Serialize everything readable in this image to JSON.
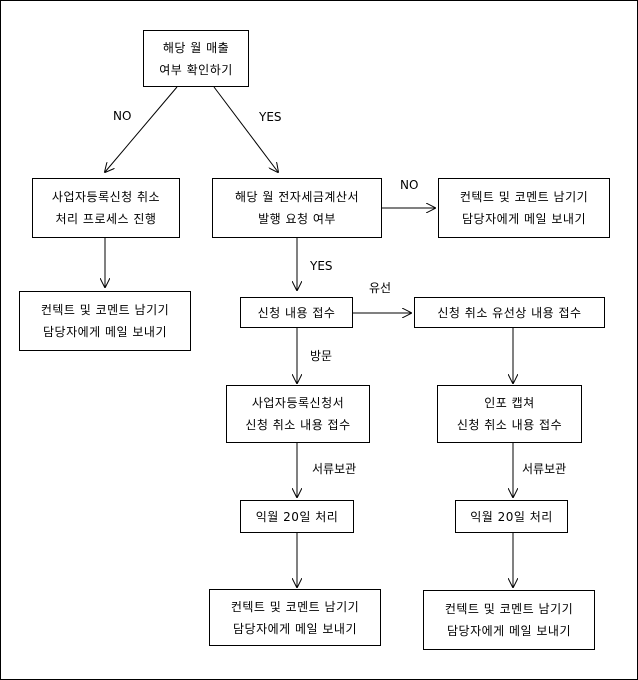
{
  "nodes": {
    "start": {
      "line1": "해당 월 매출",
      "line2": "여부 확인하기"
    },
    "cancel_process": {
      "line1": "사업자등록신청 취소",
      "line2": "처리 프로세스 진행"
    },
    "invoice_request": {
      "line1": "해당 월 전자세금계산서",
      "line2": "발행 요청 여부"
    },
    "comment_top_right": {
      "line1": "컨텍트 및 코멘트 남기기",
      "line2": "담당자에게 메일 보내기"
    },
    "comment_left": {
      "line1": "컨텍트 및 코멘트 남기기",
      "line2": "담당자에게 메일 보내기"
    },
    "receive_request": {
      "line1": "신청 내용 접수"
    },
    "cancel_phone": {
      "line1": "신청 취소 유선상 내용 접수"
    },
    "visit_receive": {
      "line1": "사업자등록신청서",
      "line2": "신청 취소 내용 접수"
    },
    "capture_receive": {
      "line1": "인포 캡쳐",
      "line2": "신청 취소 내용 접수"
    },
    "process_left": {
      "line1": "익월 20일 처리"
    },
    "process_right": {
      "line1": "익월 20일 처리"
    },
    "comment_bottom_left": {
      "line1": "컨텍트 및 코멘트 남기기",
      "line2": "담당자에게 메일 보내기"
    },
    "comment_bottom_right": {
      "line1": "컨텍트 및 코멘트 남기기",
      "line2": "담당자에게 메일 보내기"
    }
  },
  "edge_labels": {
    "no_left": "NO",
    "yes_right": "YES",
    "no_invoice": "NO",
    "yes_invoice": "YES",
    "phone": "유선",
    "visit": "방문",
    "archive_left": "서류보관",
    "archive_right": "서류보관"
  },
  "colors": {
    "line": "#000000",
    "box_border": "#000000",
    "background": "#ffffff"
  }
}
